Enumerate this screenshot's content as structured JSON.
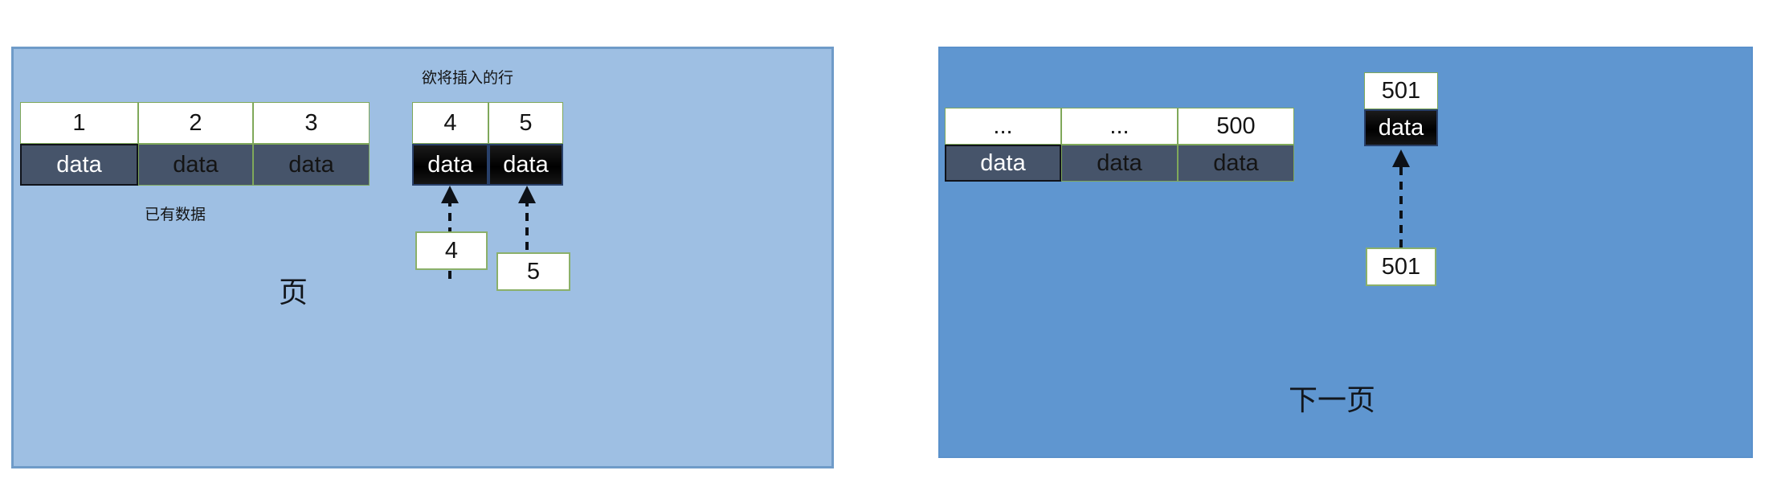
{
  "diagram": {
    "title_left": "页",
    "title_right": "下一页",
    "left_panel": {
      "caption": "页",
      "existing_label": "已有数据",
      "insert_label": "欲将插入的行",
      "existing_table": {
        "headers": [
          "1",
          "2",
          "3"
        ],
        "body": [
          "data",
          "data",
          "data"
        ]
      },
      "insert_table": {
        "headers": [
          "4",
          "5"
        ],
        "body": [
          "data",
          "data"
        ]
      },
      "source_boxes": [
        "4",
        "5"
      ]
    },
    "right_panel": {
      "caption": "下一页",
      "existing_table": {
        "headers": [
          "...",
          "...",
          "500"
        ],
        "body": [
          "data",
          "data",
          "data"
        ]
      },
      "insert_table": {
        "headers": [
          "501"
        ],
        "body": [
          "data"
        ]
      },
      "source_boxes": [
        "501"
      ]
    }
  },
  "colors": {
    "panel_left_bg": "#9ebfe3",
    "panel_left_border": "#6f9bc8",
    "panel_right_bg": "#5f96d0",
    "cell_head_bg": "#ffffff",
    "cell_head_border": "#7fa85a",
    "cell_body_grey": "#46546a",
    "cell_body_black": "#000000",
    "arrow": "#0d1117"
  }
}
